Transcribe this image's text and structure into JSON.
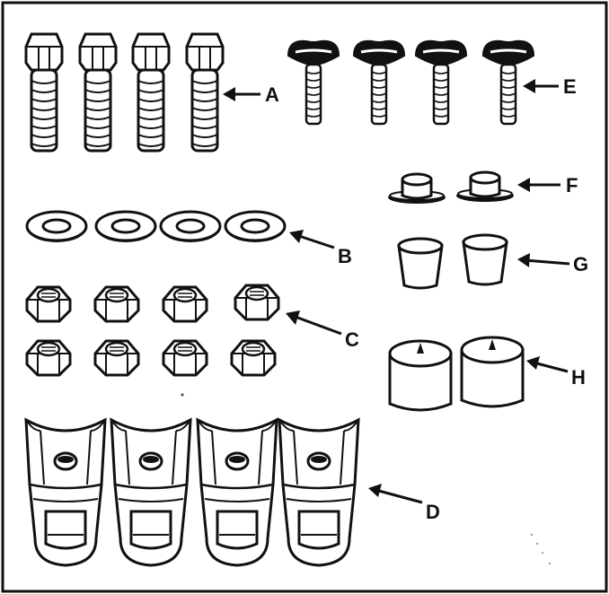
{
  "colors": {
    "ink": "#111111",
    "paper": "#ffffff"
  },
  "labels": {
    "A": "A",
    "B": "B",
    "C": "C",
    "D": "D",
    "E": "E",
    "F": "F",
    "G": "G",
    "H": "H"
  },
  "parts": [
    {
      "label": "A",
      "item": "hex-bolt",
      "count": 4
    },
    {
      "label": "B",
      "item": "flat-washer",
      "count": 4
    },
    {
      "label": "C",
      "item": "hex-nut",
      "count": 8
    },
    {
      "label": "D",
      "item": "clamp-bracket",
      "count": 4
    },
    {
      "label": "E",
      "item": "carriage-bolt",
      "count": 4
    },
    {
      "label": "F",
      "item": "flanged-cap",
      "count": 2
    },
    {
      "label": "G",
      "item": "tapered-plug",
      "count": 2
    },
    {
      "label": "H",
      "item": "cylindrical-foot",
      "count": 2
    }
  ]
}
